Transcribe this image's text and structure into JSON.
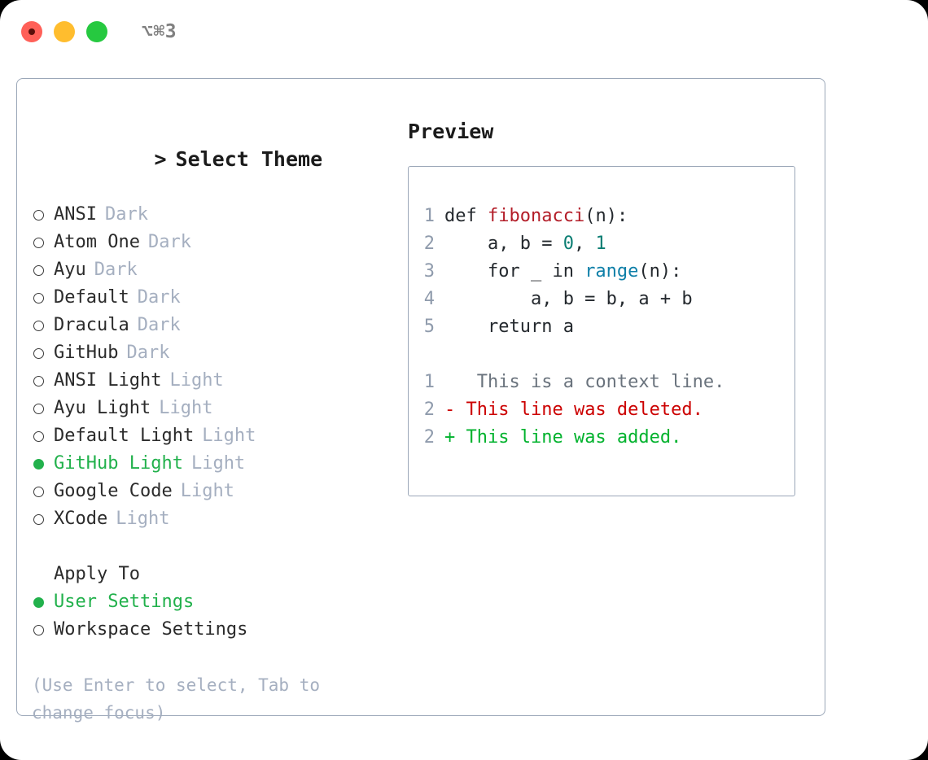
{
  "window": {
    "shortcut_title": "⌥⌘3",
    "traffic_lights": [
      "close-red",
      "minimize-yellow",
      "maximize-green"
    ]
  },
  "colors": {
    "accent_green": "#22B14C",
    "border": "#9BA7B8",
    "muted": "#A5AFC0",
    "text": "#2b2b2b",
    "diff_delete": "#CC0000",
    "diff_add": "#00B22D",
    "diff_context": "#6A737D",
    "syntax_function": "#B31D28",
    "syntax_number": "#0A7D72",
    "syntax_call": "#0E7FA8",
    "lineno": "#8F9BAC"
  },
  "theme_picker": {
    "caret": ">",
    "header": "Select Theme",
    "options": [
      {
        "label": "ANSI",
        "tag": "Dark",
        "selected": false
      },
      {
        "label": "Atom One",
        "tag": "Dark",
        "selected": false
      },
      {
        "label": "Ayu",
        "tag": "Dark",
        "selected": false
      },
      {
        "label": "Default",
        "tag": "Dark",
        "selected": false
      },
      {
        "label": "Dracula",
        "tag": "Dark",
        "selected": false
      },
      {
        "label": "GitHub",
        "tag": "Dark",
        "selected": false
      },
      {
        "label": "ANSI Light",
        "tag": "Light",
        "selected": false
      },
      {
        "label": "Ayu Light",
        "tag": "Light",
        "selected": false
      },
      {
        "label": "Default Light",
        "tag": "Light",
        "selected": false
      },
      {
        "label": "GitHub Light",
        "tag": "Light",
        "selected": true
      },
      {
        "label": "Google Code",
        "tag": "Light",
        "selected": false
      },
      {
        "label": "XCode",
        "tag": "Light",
        "selected": false
      }
    ]
  },
  "apply_to": {
    "header": "Apply To",
    "options": [
      {
        "label": "User Settings",
        "selected": true
      },
      {
        "label": "Workspace Settings",
        "selected": false
      }
    ]
  },
  "hint": "(Use Enter to select, Tab to change focus)",
  "preview": {
    "title": "Preview",
    "code_lines": [
      {
        "no": "1",
        "segments": [
          {
            "t": "def ",
            "c": "plain"
          },
          {
            "t": "fibonacci",
            "c": "func"
          },
          {
            "t": "(n):",
            "c": "plain"
          }
        ]
      },
      {
        "no": "2",
        "segments": [
          {
            "t": "    a, b = ",
            "c": "plain"
          },
          {
            "t": "0",
            "c": "num"
          },
          {
            "t": ", ",
            "c": "plain"
          },
          {
            "t": "1",
            "c": "num"
          }
        ]
      },
      {
        "no": "3",
        "segments": [
          {
            "t": "    for _ in ",
            "c": "plain"
          },
          {
            "t": "range",
            "c": "call"
          },
          {
            "t": "(n):",
            "c": "plain"
          }
        ]
      },
      {
        "no": "4",
        "segments": [
          {
            "t": "        a, b = b, a + b",
            "c": "plain"
          }
        ]
      },
      {
        "no": "5",
        "segments": [
          {
            "t": "    return a",
            "c": "plain"
          }
        ]
      }
    ],
    "diff_lines": [
      {
        "no": "1",
        "marker": " ",
        "text": "  This is a context line.",
        "kind": "ctx"
      },
      {
        "no": "2",
        "marker": "-",
        "text": " This line was deleted.",
        "kind": "del"
      },
      {
        "no": "2",
        "marker": "+",
        "text": " This line was added.",
        "kind": "add"
      }
    ]
  }
}
